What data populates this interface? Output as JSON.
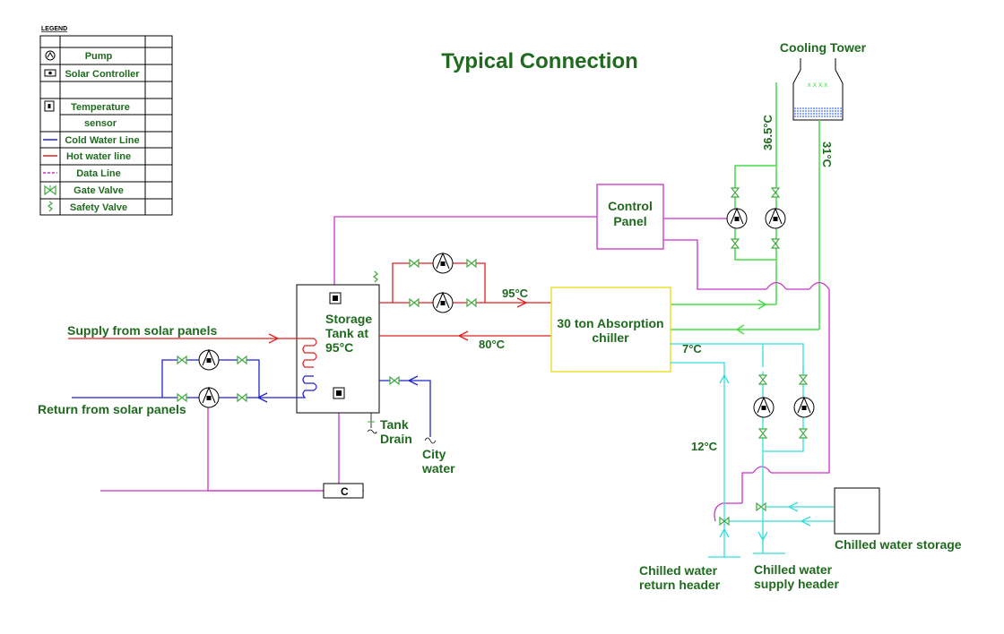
{
  "title": "Typical Connection",
  "legend": {
    "heading": "LEGEND",
    "items": [
      {
        "icon": "pump-icon",
        "label": "Pump"
      },
      {
        "icon": "solar-controller-icon",
        "label": "Solar Controller"
      },
      {
        "icon": "temperature-sensor-icon",
        "label": "Temperature"
      },
      {
        "icon": "",
        "label": "sensor"
      },
      {
        "icon": "cold-water-line-icon",
        "label": "Cold Water Line"
      },
      {
        "icon": "hot-water-line-icon",
        "label": "Hot water line"
      },
      {
        "icon": "data-line-icon",
        "label": "Data Line"
      },
      {
        "icon": "gate-valve-icon",
        "label": "Gate Valve"
      },
      {
        "icon": "safety-valve-icon",
        "label": "Safety Valve"
      }
    ]
  },
  "labels": {
    "cooling_tower": "Cooling Tower",
    "control_panel_1": "Control",
    "control_panel_2": "Panel",
    "storage_1": "Storage",
    "storage_2": "Tank at",
    "storage_3": "95°C",
    "chiller_1": "30 ton Absorption",
    "chiller_2": "chiller",
    "supply_solar": "Supply from solar panels",
    "return_solar": "Return from solar panels",
    "tank_drain_1": "Tank",
    "tank_drain_2": "Drain",
    "city_water_1": "City",
    "city_water_2": "water",
    "controller_c": "C",
    "chilled_storage": "Chilled water storage",
    "return_header_1": "Chilled water",
    "return_header_2": "return header",
    "supply_header_1": "Chilled water",
    "supply_header_2": "supply header",
    "temp_95": "95°C",
    "temp_80": "80°C",
    "temp_7": "7°C",
    "temp_12": "12°C",
    "temp_365": "36.5°C",
    "temp_31": "31°C"
  },
  "colors": {
    "cold": "#2222cc",
    "hot": "#e02020",
    "data": "#cc33cc",
    "cooling": "#44dd44",
    "chilled": "#33dddd",
    "text": "#1f6a1f",
    "chiller_border": "#e8e030"
  }
}
